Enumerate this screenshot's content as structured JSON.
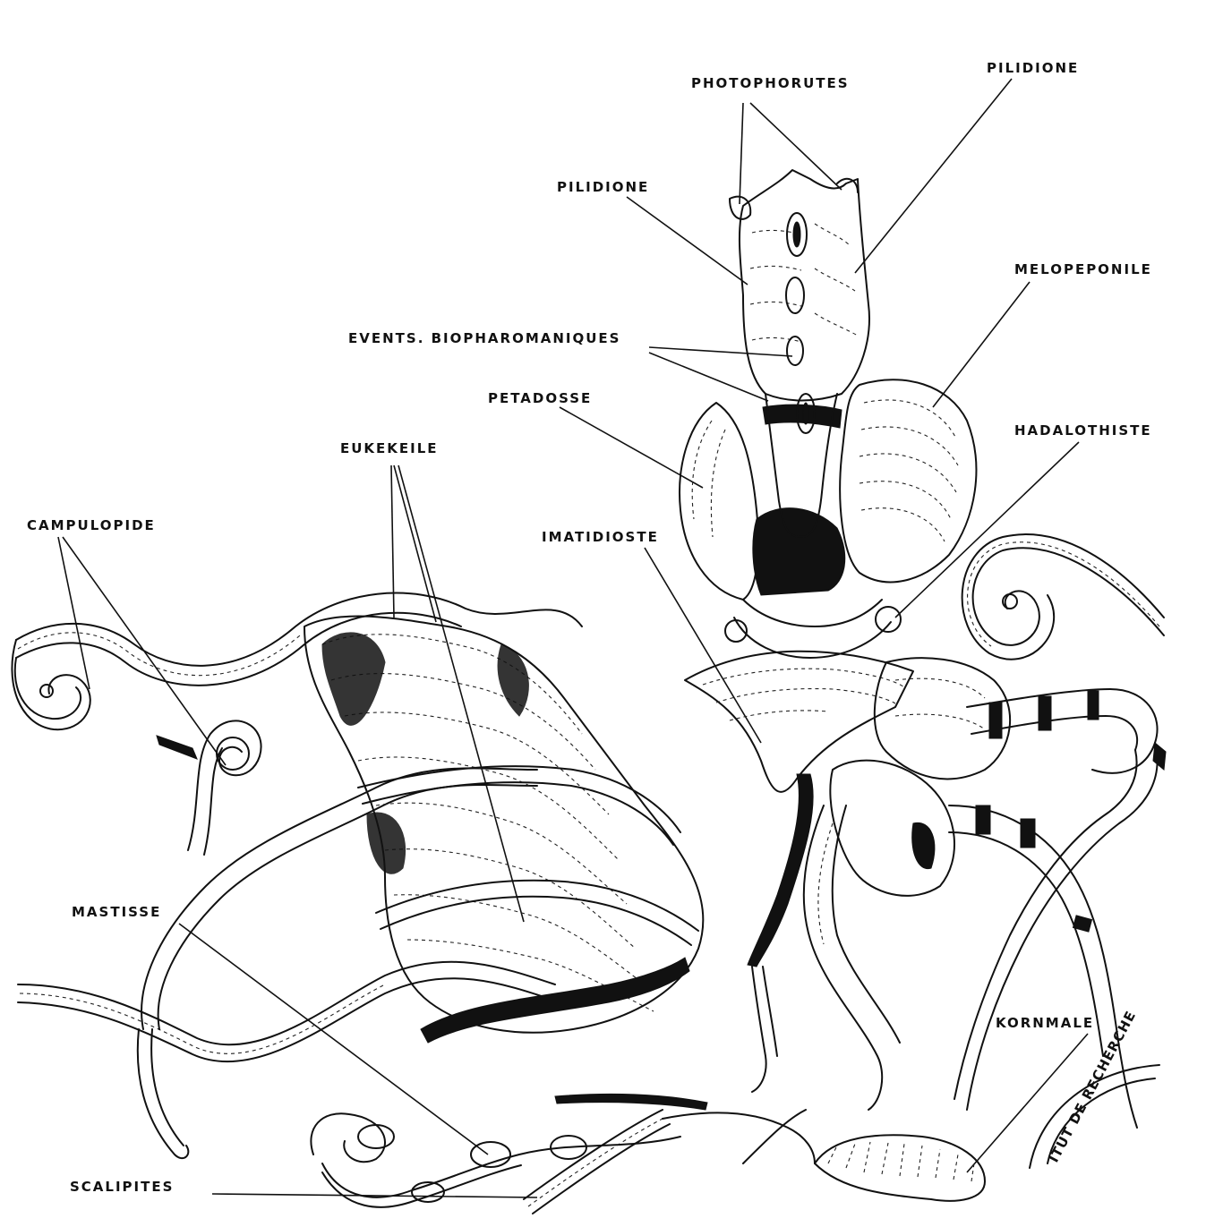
{
  "plate": {
    "labels": {
      "photophorutes": "PHOTOPHORUTES",
      "pilidione_top": "PILIDIONE",
      "pilidione_left": "PILIDIONE",
      "melopeponile": "MELOPEPONILE",
      "events_biopharomaniques": "EVENTS. BIOPHAROMANIQUES",
      "petadosse": "PETADOSSE",
      "hadalothiste": "HADALOTHISTE",
      "eukekeile": "EUKEKEILE",
      "campulopide": "CAMPULOPIDE",
      "imatidioste": "IMATIDIOSTE",
      "mastisse": "MASTISSE",
      "kornmale": "KORNMALE",
      "scalipites": "SCALIPITES"
    },
    "stamp_text": "ITUT DE RECHERCHE",
    "colors": {
      "ink": "#111111",
      "paper": "#ffffff"
    }
  }
}
